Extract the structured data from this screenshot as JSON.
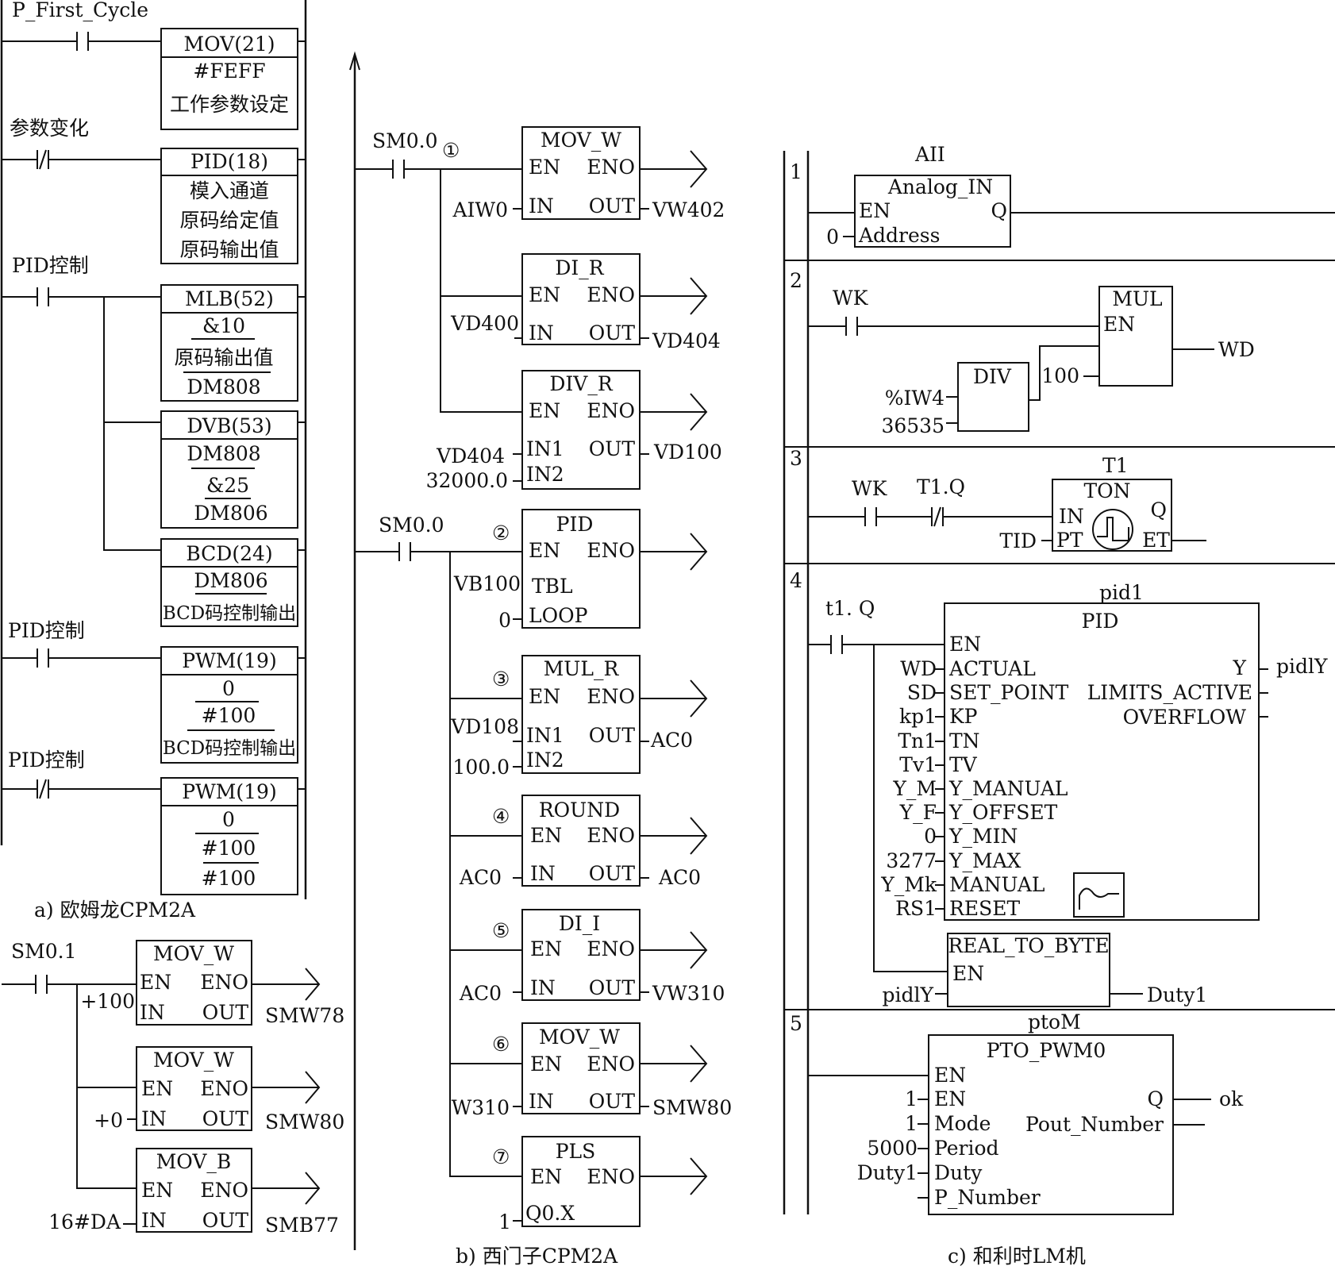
{
  "panel_a": {
    "caption": "a) 欧姆龙CPM2A",
    "rungs": [
      {
        "contact": "P_First_Cycle",
        "box": [
          "MOV(21)",
          "#FEFF",
          "工作参数设定"
        ]
      },
      {
        "contact": "参数变化",
        "box": [
          "PID(18)",
          "模入通道",
          "原码给定值",
          "原码输出值"
        ]
      },
      {
        "contact": "PID控制",
        "boxes": [
          [
            "MLB(52)",
            "&10",
            "原码输出值",
            "DM808"
          ],
          [
            "DVB(53)",
            "DM808",
            "&25",
            "DM806"
          ],
          [
            "BCD(24)",
            "DM806",
            "BCD码控制输出"
          ]
        ]
      },
      {
        "contact": "PID控制",
        "box": [
          "PWM(19)",
          "0",
          "#100",
          "BCD码控制输出"
        ]
      },
      {
        "contact": "PID控制",
        "box": [
          "PWM(19)",
          "0",
          "#100",
          "#100"
        ]
      }
    ],
    "init": {
      "contact": "SM0.1",
      "blocks": [
        {
          "name": "MOV_W",
          "in": "+100",
          "out": "SMW78"
        },
        {
          "name": "MOV_W",
          "in": "+0",
          "out": "SMW80"
        },
        {
          "name": "MOV_B",
          "in": "16#DA",
          "out": "SMB77"
        }
      ]
    }
  },
  "panel_b": {
    "caption": "b) 西门子CPM2A",
    "pins": {
      "en": "EN",
      "eno": "ENO",
      "in": "IN",
      "out": "OUT",
      "in1": "IN1",
      "in2": "IN2",
      "tbl": "TBL",
      "loop": "LOOP"
    },
    "contact1": "SM0.0",
    "contact2": "SM0.0",
    "marks": [
      "①",
      "②",
      "③",
      "④",
      "⑤",
      "⑥",
      "⑦"
    ],
    "blocks": [
      {
        "name": "MOV_W",
        "in": "AIW0",
        "out": "VW402"
      },
      {
        "name": "DI_R",
        "in": "VD400",
        "out": "VD404"
      },
      {
        "name": "DIV_R",
        "in1": "VD404",
        "in2": "32000.0",
        "out": "VD100"
      },
      {
        "name": "PID",
        "tbl": "VB100",
        "loop": "0"
      },
      {
        "name": "MUL_R",
        "in1": "VD108",
        "in2": "100.0",
        "out": "AC0"
      },
      {
        "name": "ROUND",
        "in": "AC0",
        "out": "AC0"
      },
      {
        "name": "DI_I",
        "in": "AC0",
        "out": "VW310"
      },
      {
        "name": "MOV_W",
        "in": "W310",
        "out": "SMW80"
      },
      {
        "name": "PLS",
        "q": "Q0.X",
        "qin": "1"
      }
    ]
  },
  "panel_c": {
    "caption": "c) 和利时LM机",
    "rung_numbers": [
      "1",
      "2",
      "3",
      "4",
      "5"
    ],
    "r1": {
      "instance": "AII",
      "name": "Analog_IN",
      "en": "EN",
      "addr_label": "Address",
      "addr_in": "0",
      "q": "Q"
    },
    "r2": {
      "contact": "WK",
      "mul": "MUL",
      "mul_en": "EN",
      "div": "DIV",
      "in1": "%IW4",
      "in2": "36535",
      "const": "100",
      "out": "WD"
    },
    "r3": {
      "contact1": "WK",
      "contact2": "T1.Q",
      "instance": "T1",
      "name": "TON",
      "in": "IN",
      "pt": "PT",
      "q": "Q",
      "et": "ET",
      "pt_in": "TID"
    },
    "r4": {
      "contact": "t1. Q",
      "instance": "pid1",
      "name": "PID",
      "en": "EN",
      "inputs": [
        {
          "var": "WD",
          "pin": "ACTUAL"
        },
        {
          "var": "SD",
          "pin": "SET_POINT"
        },
        {
          "var": "kp1",
          "pin": "KP"
        },
        {
          "var": "Tn1",
          "pin": "TN"
        },
        {
          "var": "Tv1",
          "pin": "TV"
        },
        {
          "var": "Y_M",
          "pin": "Y_MANUAL"
        },
        {
          "var": "Y_F",
          "pin": "Y_OFFSET"
        },
        {
          "var": "0",
          "pin": "Y_MIN"
        },
        {
          "var": "3277",
          "pin": "Y_MAX"
        },
        {
          "var": "Y_Mk",
          "pin": "MANUAL"
        },
        {
          "var": "RS1",
          "pin": "RESET"
        }
      ],
      "outputs": [
        {
          "pin": "Y",
          "var": "pidlY"
        },
        {
          "pin": "LIMITS_ACTIVE",
          "var": ""
        },
        {
          "pin": "OVERFLOW",
          "var": ""
        }
      ],
      "conv": {
        "name": "REAL_TO_BYTE",
        "en": "EN",
        "in": "pidlY",
        "out": "Duty1"
      }
    },
    "r5": {
      "instance": "ptoM",
      "name": "PTO_PWM0",
      "en": "EN",
      "inputs": [
        {
          "var": "1",
          "pin": "EN"
        },
        {
          "var": "1",
          "pin": "Mode"
        },
        {
          "var": "5000",
          "pin": "Period"
        },
        {
          "var": "Duty1",
          "pin": "Duty"
        },
        {
          "var": "",
          "pin": "P_Number"
        }
      ],
      "q": "Q",
      "q_out": "ok",
      "pout": "Pout_Number"
    }
  }
}
